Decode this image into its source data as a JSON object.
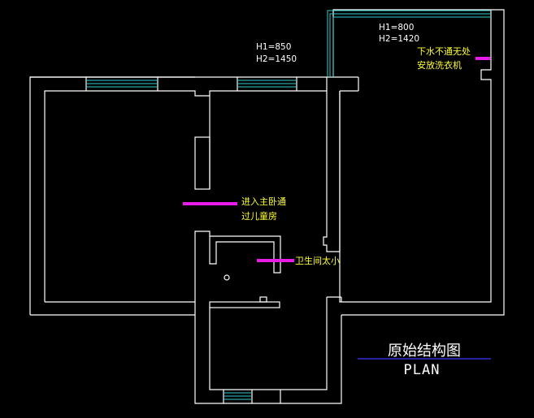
{
  "drawing": {
    "title": "原始结构图",
    "subtitle": "PLAN"
  },
  "window_labels": {
    "left": {
      "h1": "H1=850",
      "h2": "H2=1450"
    },
    "right": {
      "h1": "H1=800",
      "h2": "H2=1420"
    }
  },
  "notes": {
    "drain_line1": "下水不通无处",
    "drain_line2": "安放洗衣机",
    "corridor_line1": "进入主卧通",
    "corridor_line2": "过儿童房",
    "bathroom": "卫生间太小"
  },
  "colors": {
    "background": "#000000",
    "wall": "#ffffff",
    "window": "#33cccc",
    "annotation_mark": "#e81ce8",
    "annotation_text": "#ffff33",
    "title_underline": "#3a3aff"
  }
}
